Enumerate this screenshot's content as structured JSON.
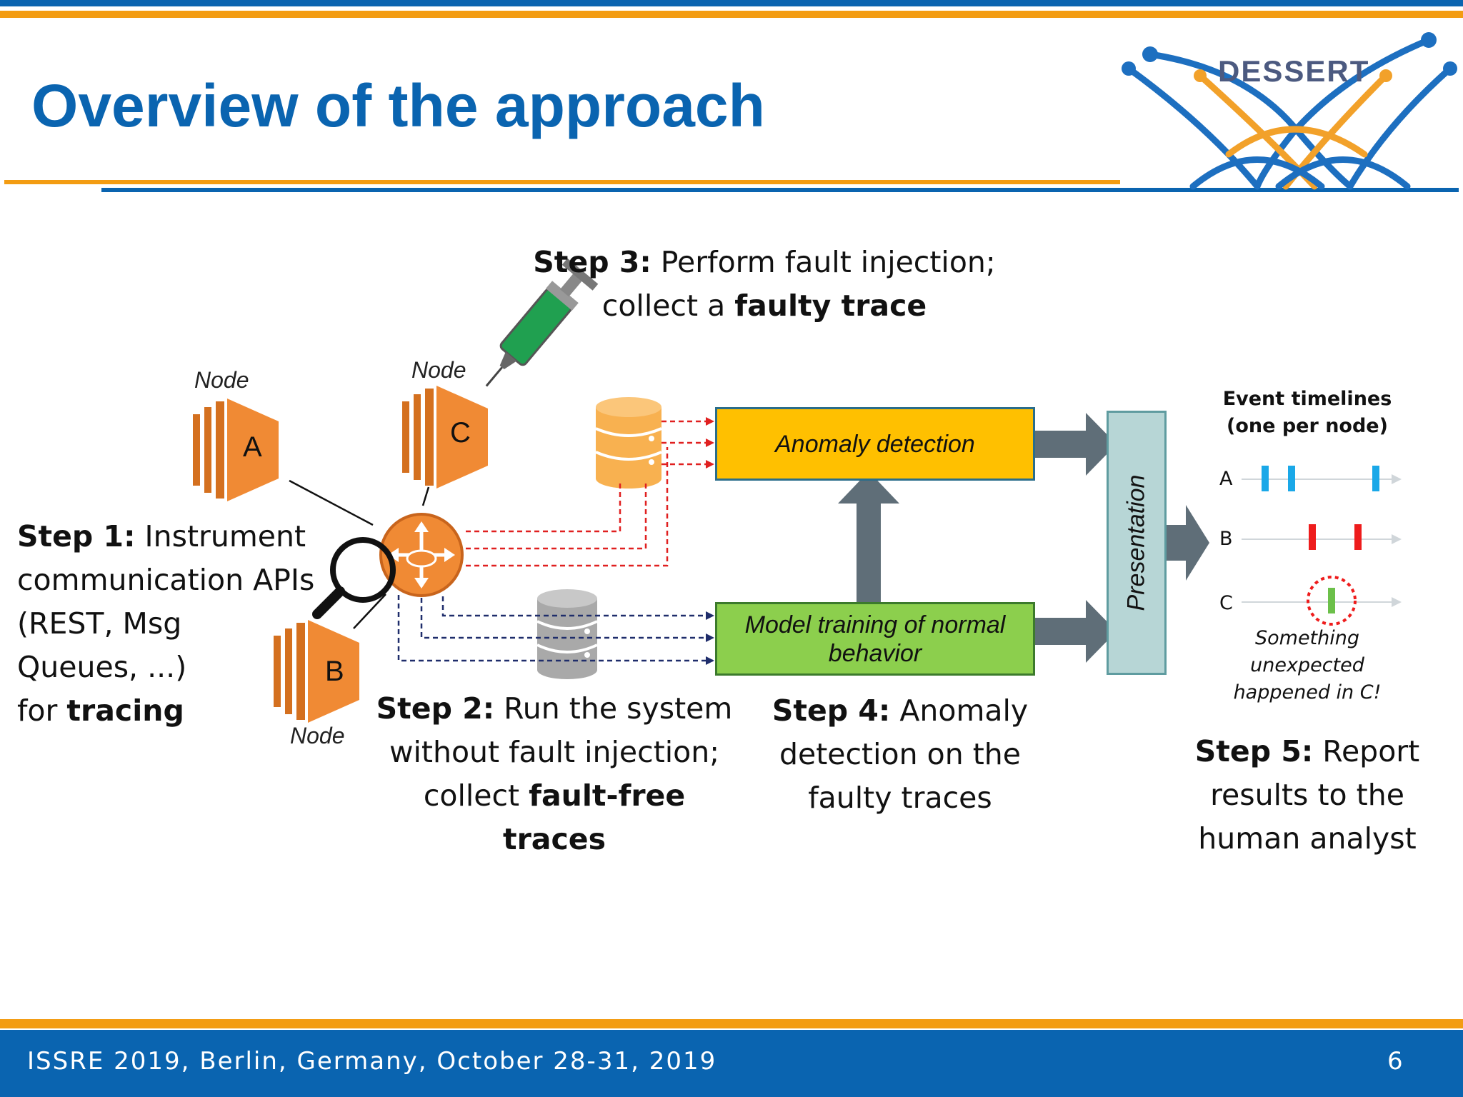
{
  "slide": {
    "title": "Overview of the approach",
    "logo_text": "DESSERT",
    "footer": "ISSRE 2019, Berlin, Germany, October 28-31, 2019",
    "page_number": "6"
  },
  "colors": {
    "blue": "#0a64b0",
    "orange": "#f39c12",
    "node_orange": "#f08a34",
    "anomaly_box": "#ffc000",
    "training_box": "#8ccf4d",
    "presentation_box": "#b7d6d6",
    "arrow_gray": "#5f6e78",
    "faulty_line": "#e02020",
    "faultfree_line": "#1f2d6b"
  },
  "nodes": [
    {
      "letter": "A",
      "label": "Node"
    },
    {
      "letter": "C",
      "label": "Node"
    },
    {
      "letter": "B",
      "label": "Node"
    }
  ],
  "boxes": {
    "anomaly_detection": "Anomaly detection",
    "model_training": "Model training of normal behavior",
    "presentation": "Presentation"
  },
  "steps": {
    "step1": {
      "label": "Step 1:",
      "line1": " Instrument",
      "line2": "communication APIs",
      "line3": "(REST, Msg",
      "line4": "Queues, ...)",
      "line5_pre": "for ",
      "line5_bold": "tracing"
    },
    "step2": {
      "label": "Step 2:",
      "line1": " Run the system",
      "line2": "without fault injection;",
      "line3_pre": "collect ",
      "line3_bold": "fault-free traces"
    },
    "step3": {
      "label": "Step 3:",
      "line1": " Perform fault injection;",
      "line2_pre": "collect a ",
      "line2_bold": "faulty trace"
    },
    "step4": {
      "label": "Step 4:",
      "line1": " Anomaly",
      "line2": "detection on the",
      "line3": "faulty traces"
    },
    "step5": {
      "label": "Step 5:",
      "line1": " Report",
      "line2": "results to the",
      "line3": "human analyst"
    }
  },
  "timelines": {
    "title_line1": "Event timelines",
    "title_line2": "(one per node)",
    "rows": [
      {
        "label": "A",
        "color": "#1aa8e8"
      },
      {
        "label": "B",
        "color": "#ee1c1c"
      },
      {
        "label": "C",
        "color": "#6cc04a"
      }
    ],
    "note_line1": "Something",
    "note_line2": "unexpected",
    "note_line3": "happened in C!"
  }
}
